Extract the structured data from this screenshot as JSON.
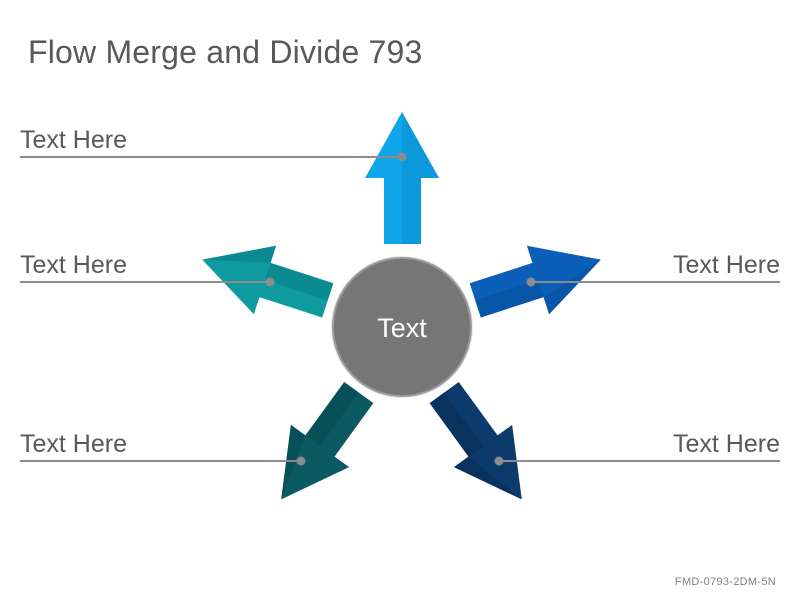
{
  "title": "Flow Merge and Divide 793",
  "center": {
    "label": "Text",
    "color": "#767676"
  },
  "arrows": [
    {
      "id": "up",
      "color": "#0ea5e9",
      "label": ""
    },
    {
      "id": "upper-left",
      "color": "#0f9aa0",
      "label": "Text Here"
    },
    {
      "id": "upper-right",
      "color": "#0b5fb8",
      "label": "Text Here"
    },
    {
      "id": "lower-left",
      "color": "#0b5961",
      "label": "Text Here"
    },
    {
      "id": "lower-right",
      "color": "#0c3a6b",
      "label": "Text Here"
    }
  ],
  "labels": {
    "top_left": "Text Here",
    "mid_left": "Text Here",
    "mid_right": "Text Here",
    "bottom_left": "Text Here",
    "bottom_right": "Text Here"
  },
  "footer": "FMD-0793-2DM-5N",
  "line_color": "#8c8c8c"
}
